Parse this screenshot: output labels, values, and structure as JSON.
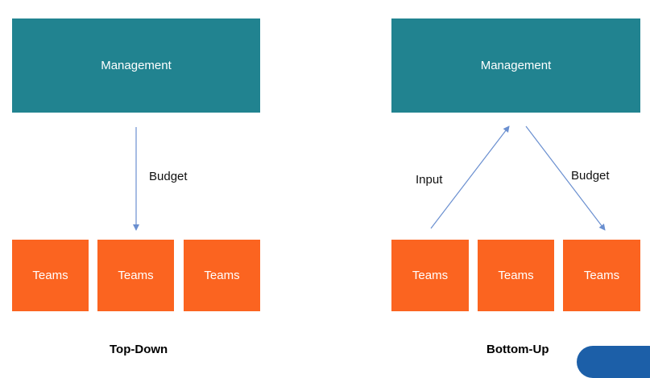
{
  "top_down": {
    "management_label": "Management",
    "edge_label": "Budget",
    "teams": [
      "Teams",
      "Teams",
      "Teams"
    ],
    "caption": "Top-Down"
  },
  "bottom_up": {
    "management_label": "Management",
    "input_label": "Input",
    "budget_label": "Budget",
    "teams": [
      "Teams",
      "Teams",
      "Teams"
    ],
    "caption": "Bottom-Up"
  },
  "colors": {
    "management": "#218390",
    "teams": "#fb6420",
    "arrow": "#6a8fd0",
    "background": "#ffffff"
  }
}
